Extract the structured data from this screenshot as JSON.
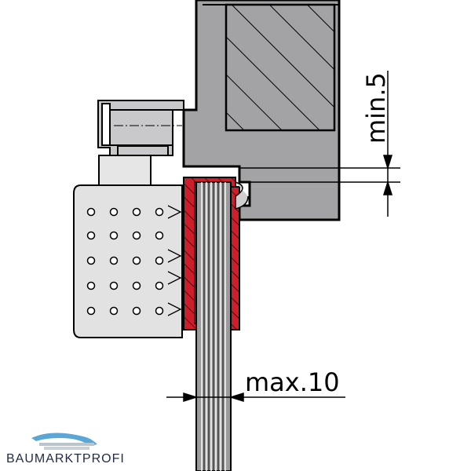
{
  "dimensions": {
    "min_gap_label": "min.5",
    "max_thickness_label": "max.10"
  },
  "logo": {
    "text": "BAUMARKTPROFI"
  },
  "colors": {
    "frame_grey": "#a3a3a5",
    "seal_red": "#cc1f2b",
    "glass_grey": "#9b9b9b",
    "outline": "#000000"
  }
}
